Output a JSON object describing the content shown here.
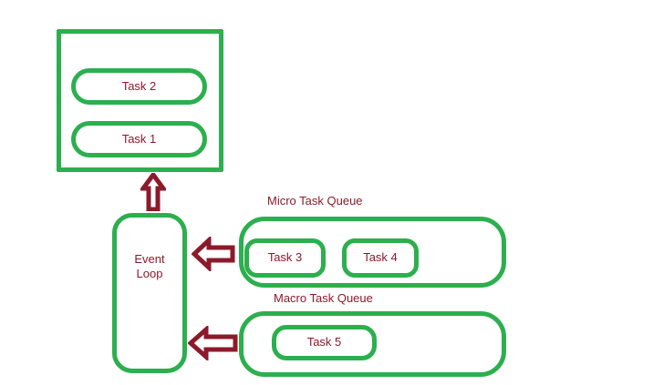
{
  "diagram": {
    "title_text_color": "#8B1A2B",
    "shape_stroke_color": "#2CAF4E",
    "arrow_stroke_color": "#8B1A2B",
    "background_color": "#ffffff",
    "call_stack": {
      "tasks": [
        {
          "label": "Task 2"
        },
        {
          "label": "Task 1"
        }
      ]
    },
    "event_loop": {
      "label": "Event\nLoop"
    },
    "micro_task_queue": {
      "caption": "Micro Task Queue",
      "tasks": [
        {
          "label": "Task 3"
        },
        {
          "label": "Task 4"
        }
      ]
    },
    "macro_task_queue": {
      "caption": "Macro Task Queue",
      "tasks": [
        {
          "label": "Task 5"
        }
      ]
    },
    "arrows": [
      {
        "name": "stack-feed-arrow",
        "direction": "up"
      },
      {
        "name": "microtask-dequeue-arrow",
        "direction": "left"
      },
      {
        "name": "macrotask-dequeue-arrow",
        "direction": "left"
      }
    ]
  }
}
